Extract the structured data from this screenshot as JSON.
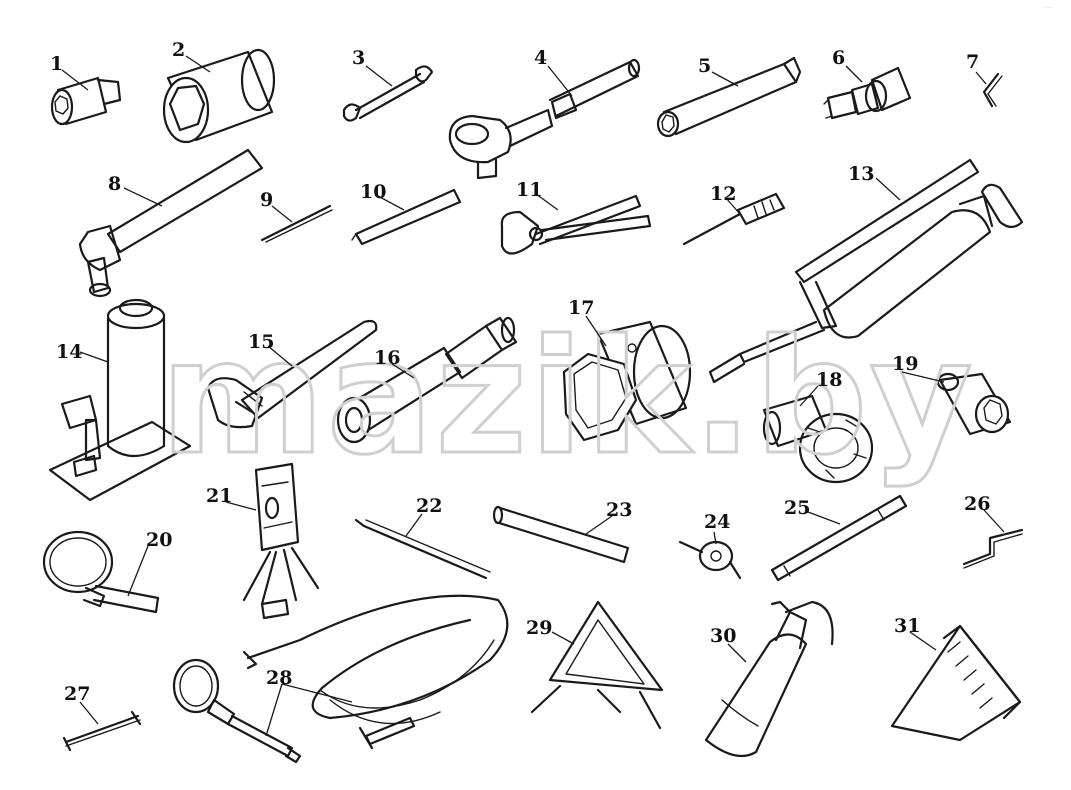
{
  "watermark": {
    "text": "mazik.by",
    "color": "#cfcfcf"
  },
  "labels": [
    "1",
    "2",
    "3",
    "4",
    "5",
    "6",
    "7",
    "8",
    "9",
    "10",
    "11",
    "12",
    "13",
    "14",
    "15",
    "16",
    "17",
    "18",
    "19",
    "20",
    "21",
    "22",
    "23",
    "24",
    "25",
    "26",
    "27",
    "28",
    "29",
    "30",
    "31"
  ],
  "corner_mark": "⁻⁻"
}
